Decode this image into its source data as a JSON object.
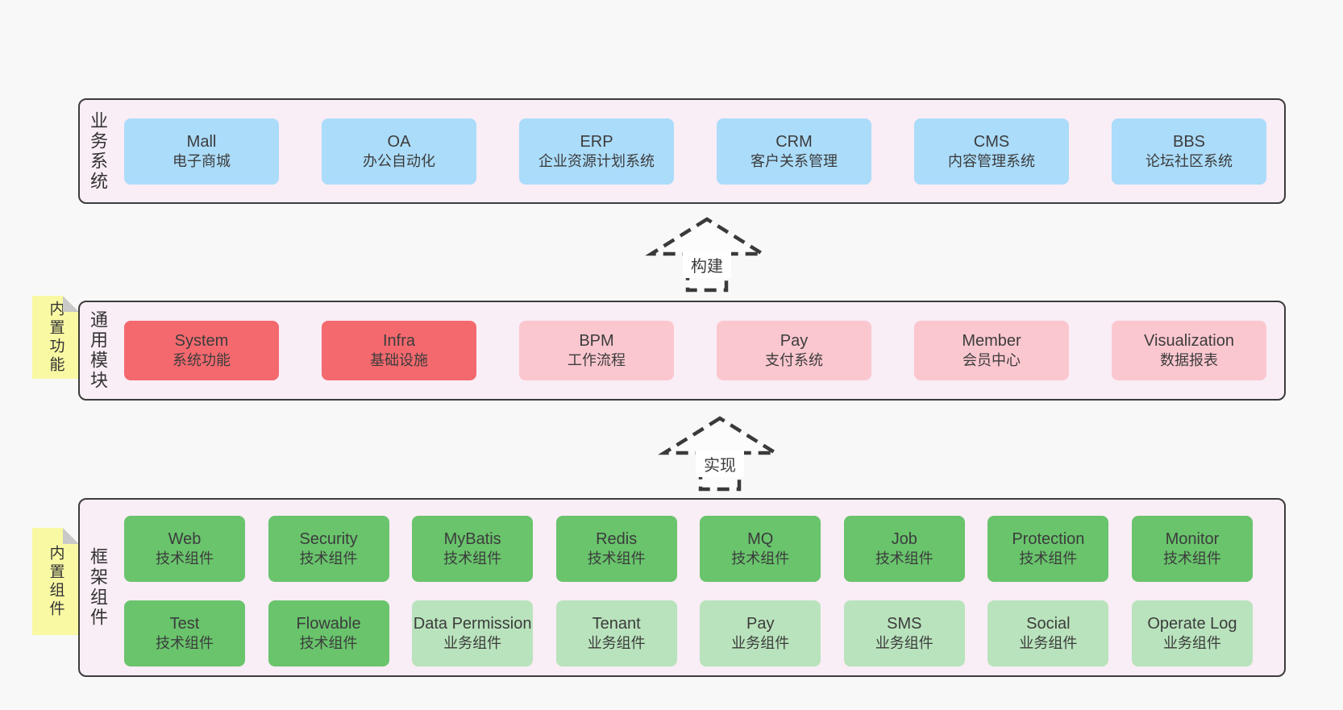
{
  "colors": {
    "page_bg": "#f8f8f8",
    "panel_bg": "#f9edf6",
    "panel_border": "#3c3c3c",
    "blue": "#abdcfa",
    "red": "#f4696e",
    "pink": "#fbc7cf",
    "green": "#69c46c",
    "lightgreen": "#b9e3bc",
    "sticky_yellow": "#f9f9a4",
    "sticky_fold": "#c9c9c9",
    "arrow_stroke": "#3a3a3a",
    "arrow_label_bg": "#ffffff",
    "text": "#3c3c3c"
  },
  "arrows": [
    {
      "label": "构建"
    },
    {
      "label": "实现"
    }
  ],
  "panels": [
    {
      "side_label": "业务系统",
      "boxes": [
        {
          "title": "Mall",
          "subtitle": "电子商城",
          "variant": "blue"
        },
        {
          "title": "OA",
          "subtitle": "办公自动化",
          "variant": "blue"
        },
        {
          "title": "ERP",
          "subtitle": "企业资源计划系统",
          "variant": "blue"
        },
        {
          "title": "CRM",
          "subtitle": "客户关系管理",
          "variant": "blue"
        },
        {
          "title": "CMS",
          "subtitle": "内容管理系统",
          "variant": "blue"
        },
        {
          "title": "BBS",
          "subtitle": "论坛社区系统",
          "variant": "blue"
        }
      ]
    },
    {
      "side_label": "通用模块",
      "sticky": "内置功能",
      "boxes": [
        {
          "title": "System",
          "subtitle": "系统功能",
          "variant": "red"
        },
        {
          "title": "Infra",
          "subtitle": "基础设施",
          "variant": "red"
        },
        {
          "title": "BPM",
          "subtitle": "工作流程",
          "variant": "pink"
        },
        {
          "title": "Pay",
          "subtitle": "支付系统",
          "variant": "pink"
        },
        {
          "title": "Member",
          "subtitle": "会员中心",
          "variant": "pink"
        },
        {
          "title": "Visualization",
          "subtitle": "数据报表",
          "variant": "pink"
        }
      ]
    },
    {
      "side_label": "框架组件",
      "sticky": "内置组件",
      "rows": [
        [
          {
            "title": "Web",
            "subtitle": "技术组件",
            "variant": "green"
          },
          {
            "title": "Security",
            "subtitle": "技术组件",
            "variant": "green"
          },
          {
            "title": "MyBatis",
            "subtitle": "技术组件",
            "variant": "green"
          },
          {
            "title": "Redis",
            "subtitle": "技术组件",
            "variant": "green"
          },
          {
            "title": "MQ",
            "subtitle": "技术组件",
            "variant": "green"
          },
          {
            "title": "Job",
            "subtitle": "技术组件",
            "variant": "green"
          },
          {
            "title": "Protection",
            "subtitle": "技术组件",
            "variant": "green"
          },
          {
            "title": "Monitor",
            "subtitle": "技术组件",
            "variant": "green"
          }
        ],
        [
          {
            "title": "Test",
            "subtitle": "技术组件",
            "variant": "green"
          },
          {
            "title": "Flowable",
            "subtitle": "技术组件",
            "variant": "green"
          },
          {
            "title": "Data Permission",
            "subtitle": "业务组件",
            "variant": "lightgreen"
          },
          {
            "title": "Tenant",
            "subtitle": "业务组件",
            "variant": "lightgreen"
          },
          {
            "title": "Pay",
            "subtitle": "业务组件",
            "variant": "lightgreen"
          },
          {
            "title": "SMS",
            "subtitle": "业务组件",
            "variant": "lightgreen"
          },
          {
            "title": "Social",
            "subtitle": "业务组件",
            "variant": "lightgreen"
          },
          {
            "title": "Operate Log",
            "subtitle": "业务组件",
            "variant": "lightgreen"
          }
        ]
      ]
    }
  ]
}
